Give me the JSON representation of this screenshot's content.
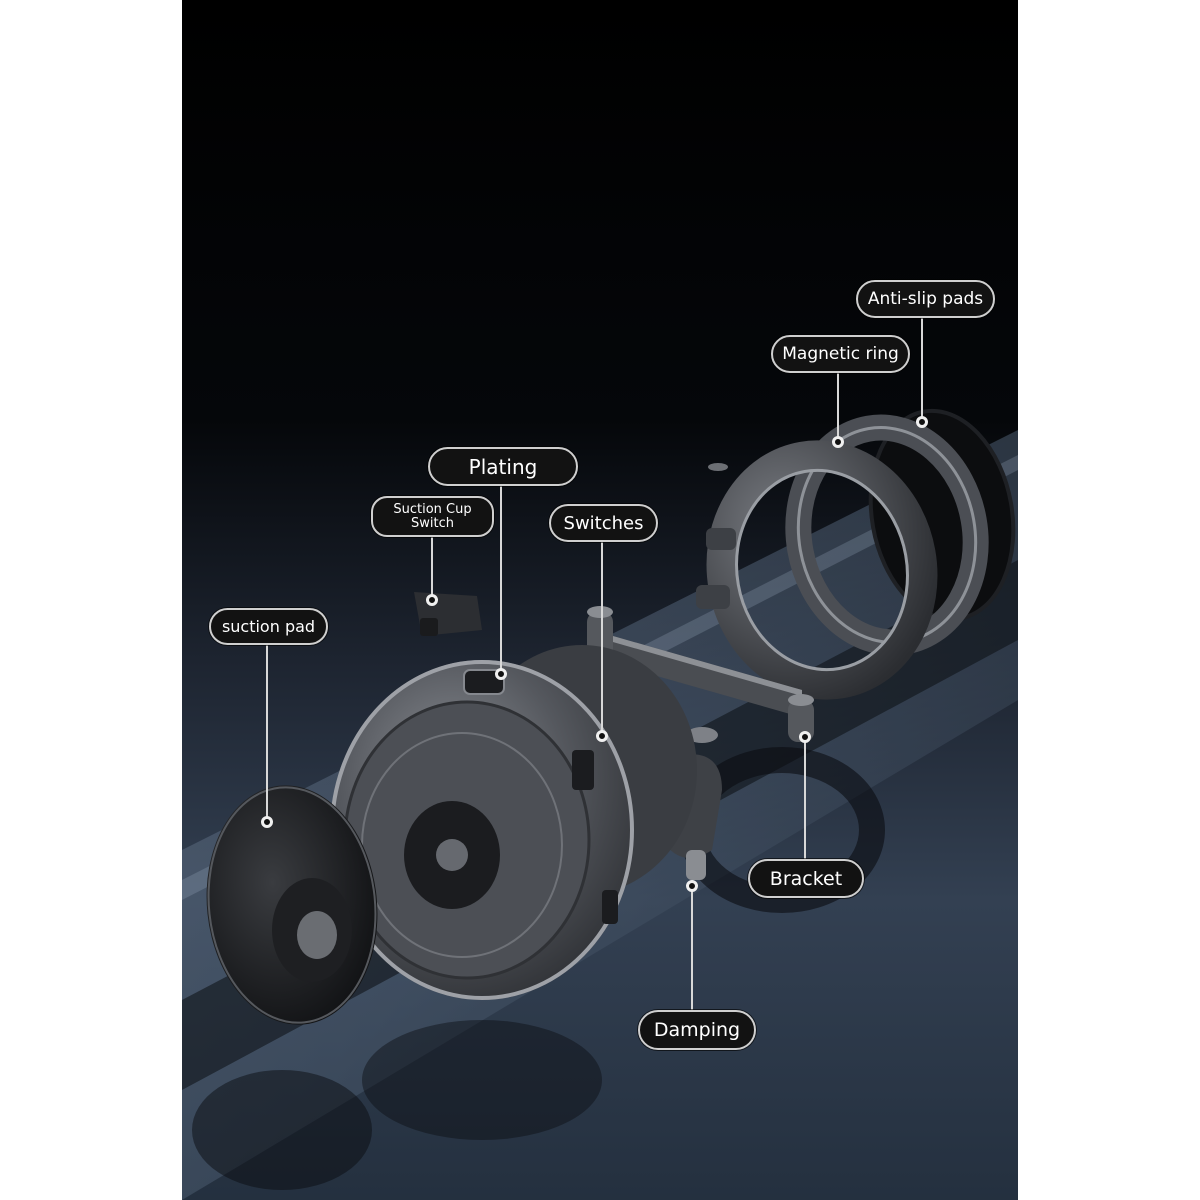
{
  "callouts": {
    "anti_slip_pads": "Anti-slip pads",
    "magnetic_ring": "Magnetic ring",
    "plating": "Plating",
    "suction_cup_switch_line1": "Suction Cup",
    "suction_cup_switch_line2": "Switch",
    "switches": "Switches",
    "suction_pad": "suction pad",
    "bracket": "Bracket",
    "damping": "Damping"
  },
  "colors": {
    "background_top": "#000000",
    "background_bottom": "#3a4556",
    "label_fill": "#121212",
    "label_border": "#cfcfcf",
    "metal": "#5a5d63"
  }
}
